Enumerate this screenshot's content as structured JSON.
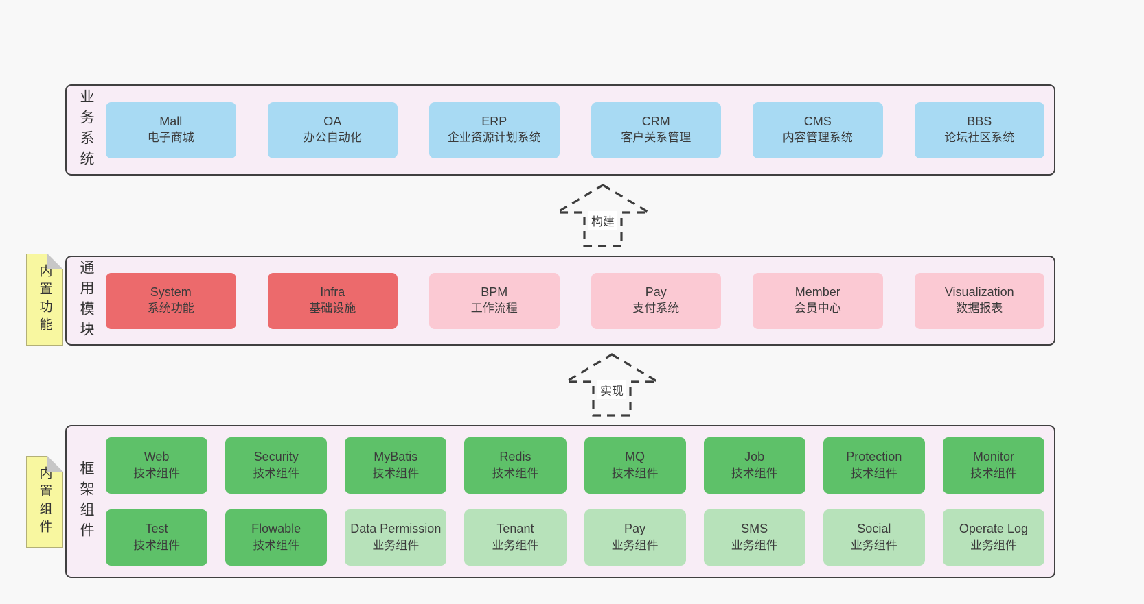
{
  "page": {
    "background": "#f8f8f8"
  },
  "colors": {
    "blue": "#a8daf3",
    "red": "#ec6a6c",
    "pink": "#fbc9d3",
    "green": "#5ec169",
    "lightgreen": "#b7e2ba",
    "tab_bg": "#f8f7a0",
    "tab_fold": "#c7c7c7",
    "section_bg": "#f8edf6",
    "section_border": "#404040",
    "text": "#3b3b3b"
  },
  "sections": [
    {
      "id": "business-systems",
      "label": "业务系统",
      "tab": null,
      "rows": [
        [
          {
            "name": "Mall",
            "sub": "电子商城",
            "color": "blue"
          },
          {
            "name": "OA",
            "sub": "办公自动化",
            "color": "blue"
          },
          {
            "name": "ERP",
            "sub": "企业资源计划系统",
            "color": "blue"
          },
          {
            "name": "CRM",
            "sub": "客户关系管理",
            "color": "blue"
          },
          {
            "name": "CMS",
            "sub": "内容管理系统",
            "color": "blue"
          },
          {
            "name": "BBS",
            "sub": "论坛社区系统",
            "color": "blue"
          }
        ]
      ]
    },
    {
      "id": "common-modules",
      "label": "通用模块",
      "tab": "内置功能",
      "rows": [
        [
          {
            "name": "System",
            "sub": "系统功能",
            "color": "red"
          },
          {
            "name": "Infra",
            "sub": "基础设施",
            "color": "red"
          },
          {
            "name": "BPM",
            "sub": "工作流程",
            "color": "pink"
          },
          {
            "name": "Pay",
            "sub": "支付系统",
            "color": "pink"
          },
          {
            "name": "Member",
            "sub": "会员中心",
            "color": "pink"
          },
          {
            "name": "Visualization",
            "sub": "数据报表",
            "color": "pink"
          }
        ]
      ]
    },
    {
      "id": "framework-components",
      "label": "框架组件",
      "tab": "内置组件",
      "rows": [
        [
          {
            "name": "Web",
            "sub": "技术组件",
            "color": "green"
          },
          {
            "name": "Security",
            "sub": "技术组件",
            "color": "green"
          },
          {
            "name": "MyBatis",
            "sub": "技术组件",
            "color": "green"
          },
          {
            "name": "Redis",
            "sub": "技术组件",
            "color": "green"
          },
          {
            "name": "MQ",
            "sub": "技术组件",
            "color": "green"
          },
          {
            "name": "Job",
            "sub": "技术组件",
            "color": "green"
          },
          {
            "name": "Protection",
            "sub": "技术组件",
            "color": "green"
          },
          {
            "name": "Monitor",
            "sub": "技术组件",
            "color": "green"
          }
        ],
        [
          {
            "name": "Test",
            "sub": "技术组件",
            "color": "green"
          },
          {
            "name": "Flowable",
            "sub": "技术组件",
            "color": "green"
          },
          {
            "name": "Data Permission",
            "sub": "业务组件",
            "color": "lightgreen"
          },
          {
            "name": "Tenant",
            "sub": "业务组件",
            "color": "lightgreen"
          },
          {
            "name": "Pay",
            "sub": "业务组件",
            "color": "lightgreen"
          },
          {
            "name": "SMS",
            "sub": "业务组件",
            "color": "lightgreen"
          },
          {
            "name": "Social",
            "sub": "业务组件",
            "color": "lightgreen"
          },
          {
            "name": "Operate Log",
            "sub": "业务组件",
            "color": "lightgreen"
          }
        ]
      ]
    }
  ],
  "arrows": [
    {
      "label": "构建"
    },
    {
      "label": "实现"
    }
  ]
}
